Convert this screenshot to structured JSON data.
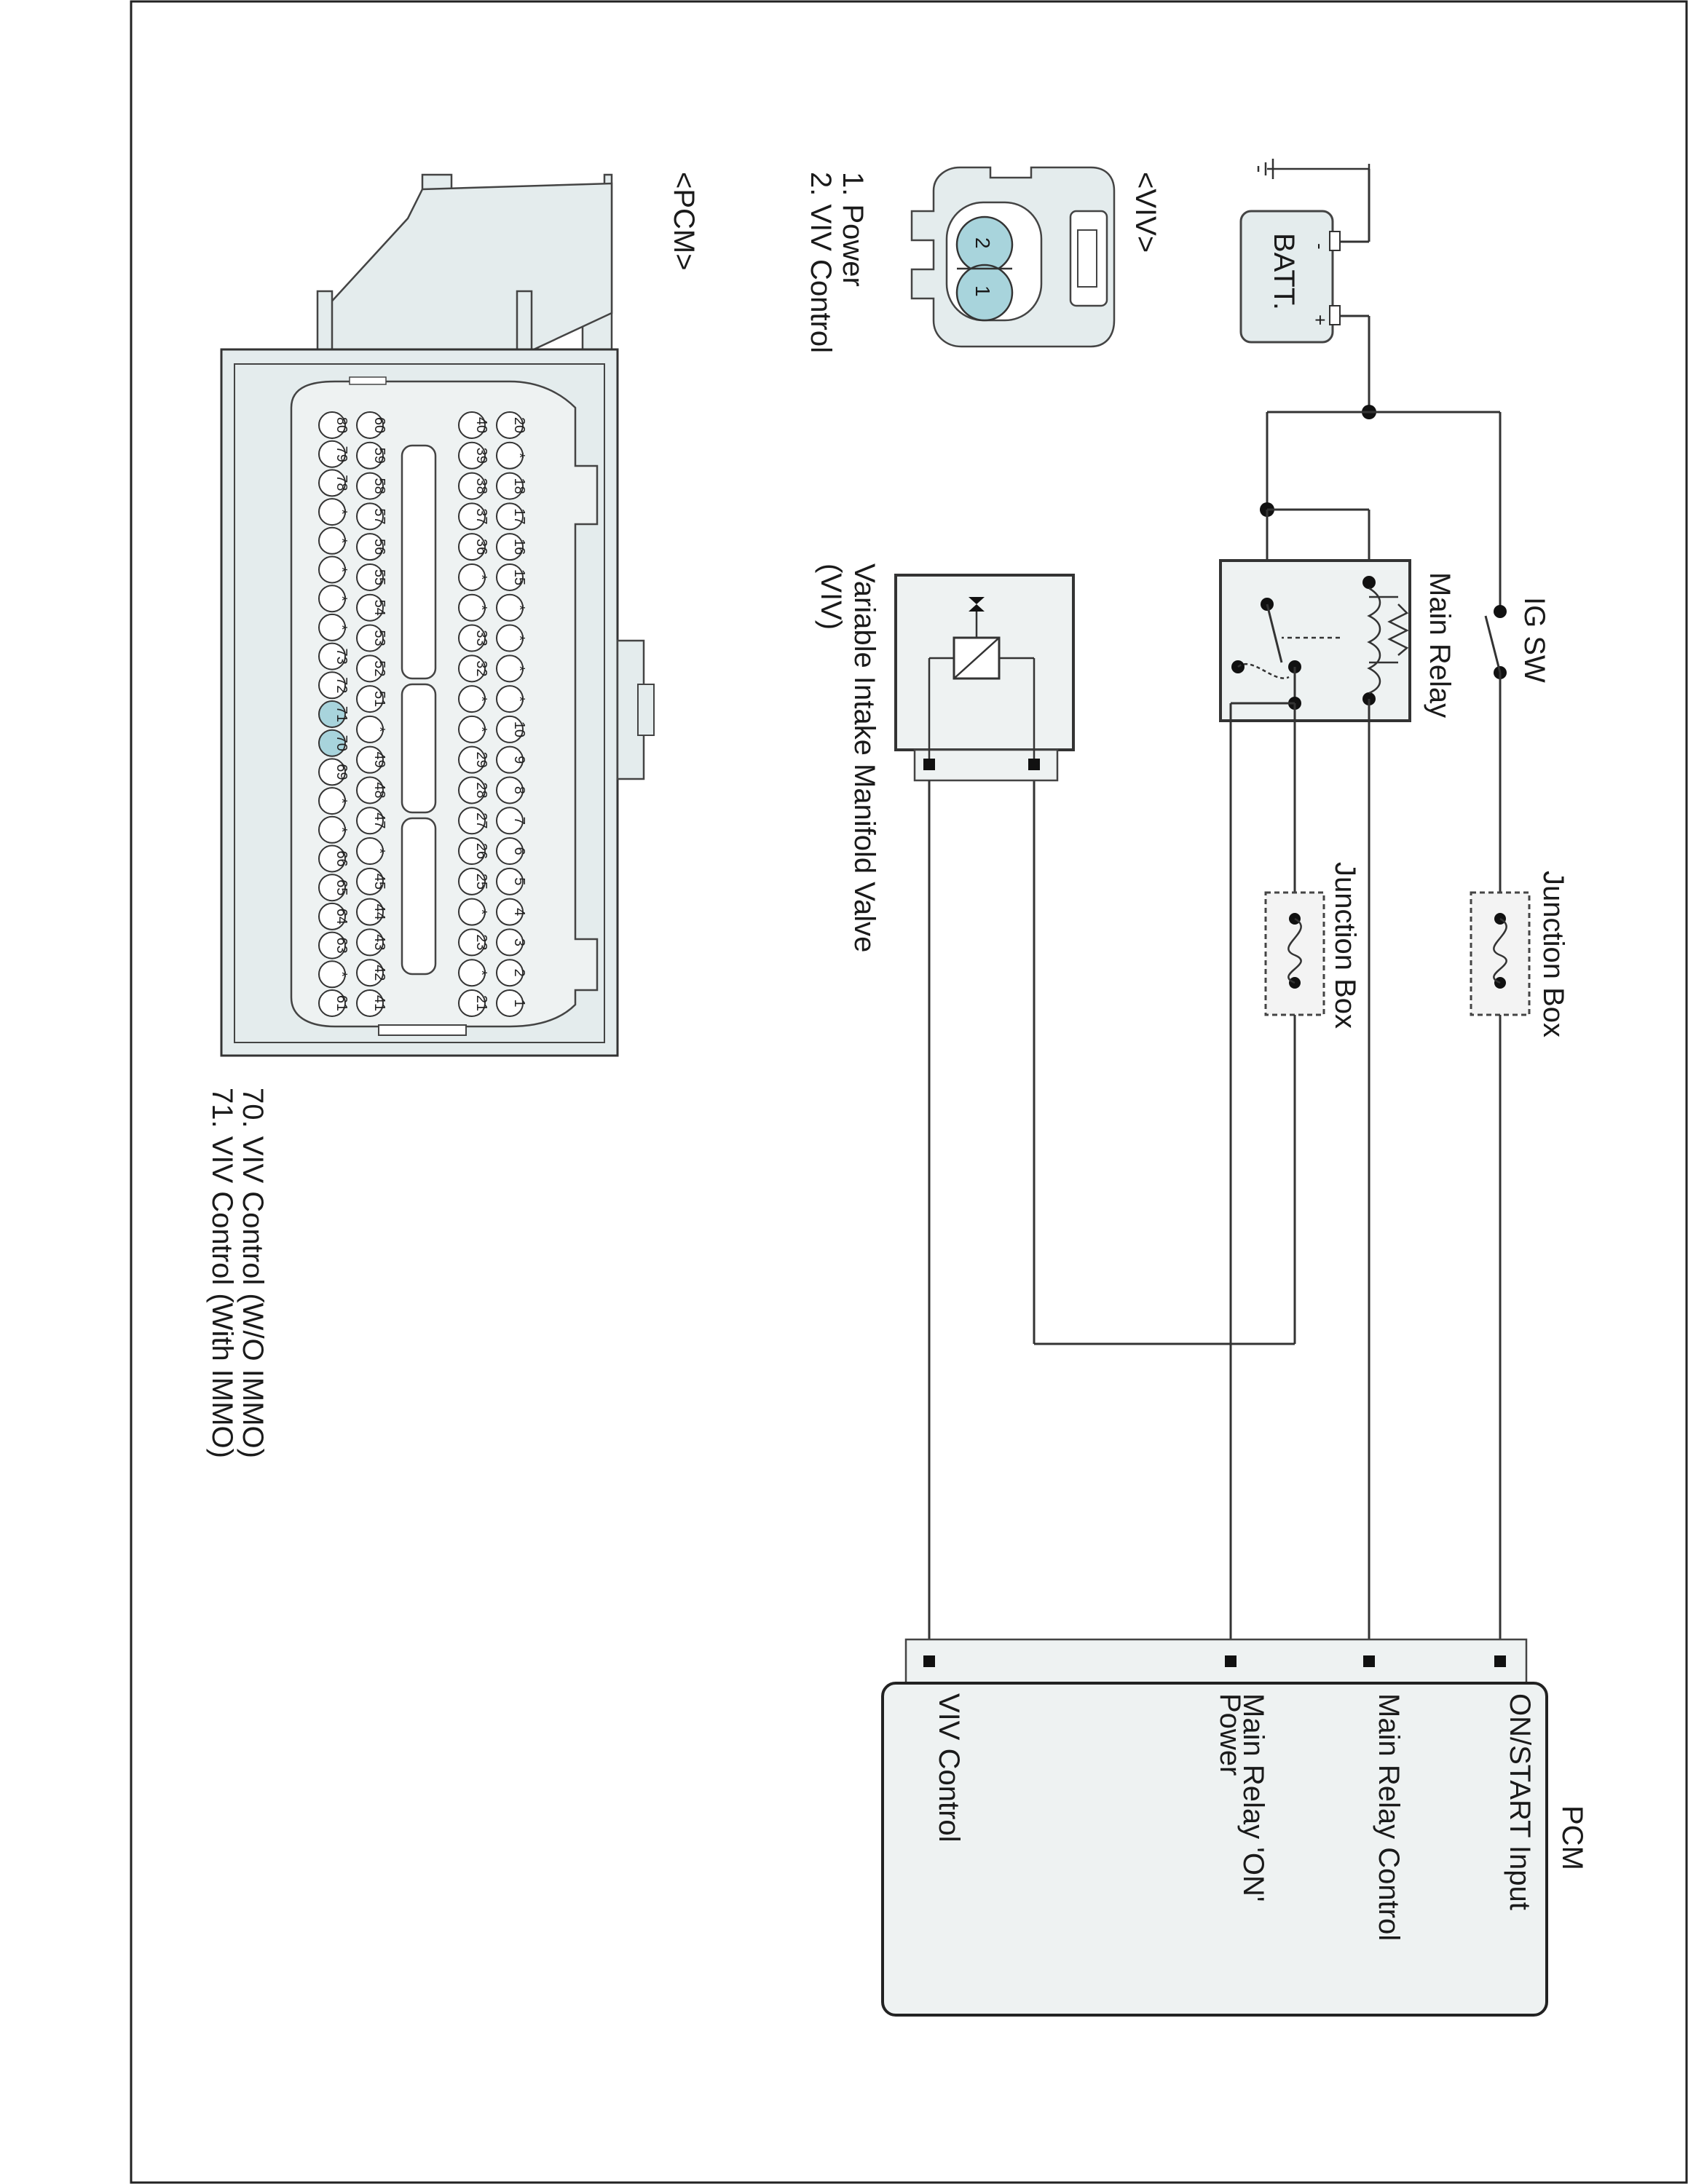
{
  "labels": {
    "batt": "BATT.",
    "ig_sw": "IG SW",
    "main_relay": "Main Relay",
    "junction_box_1": "Junction Box",
    "junction_box_2": "Junction Box",
    "viv_title": "<VIV>",
    "viv_pin1": "1. Power",
    "viv_pin2": "2. VIV Control",
    "viv_valve_line1": "Variable Intake Manifold Valve",
    "viv_valve_line2": "(VIV)",
    "pcm_connector_title": "<PCM>",
    "pcm_block_title": "PCM",
    "pcm_terms": [
      "ON/START Input",
      "Main Relay Control",
      "Main Relay 'ON'",
      "Power",
      "VIV Control"
    ],
    "notes": [
      "70. VIV Control (W/O IMMO)",
      "71. VIV Control (With IMMO)"
    ],
    "batt_plus": "+",
    "batt_minus": "-"
  },
  "viv_pins": [
    "2",
    "1"
  ],
  "pcm_pins": {
    "row1": [
      "20",
      "*",
      "18",
      "17",
      "16",
      "15",
      "*",
      "*",
      "*",
      "*",
      "10",
      "9",
      "8",
      "7",
      "6",
      "5",
      "4",
      "3",
      "2",
      "1"
    ],
    "row2": [
      "40",
      "39",
      "38",
      "37",
      "36",
      "*",
      "*",
      "33",
      "32",
      "*",
      "*",
      "29",
      "28",
      "27",
      "26",
      "25",
      "*",
      "23",
      "*",
      "21"
    ],
    "row3": [
      "60",
      "59",
      "58",
      "57",
      "56",
      "55",
      "54",
      "53",
      "52",
      "51",
      "*",
      "49",
      "48",
      "47",
      "*",
      "45",
      "44",
      "43",
      "42",
      "41"
    ],
    "row4": [
      "80",
      "79",
      "78",
      "*",
      "*",
      "*",
      "*",
      "*",
      "73",
      "72",
      "71",
      "70",
      "69",
      "*",
      "*",
      "66",
      "65",
      "64",
      "63",
      "*",
      "61"
    ],
    "highlighted": [
      "71",
      "70"
    ]
  },
  "colors": {
    "connector_fill": "#e4eced",
    "pin_highlight": "#a8d4dc",
    "line": "#333333"
  }
}
